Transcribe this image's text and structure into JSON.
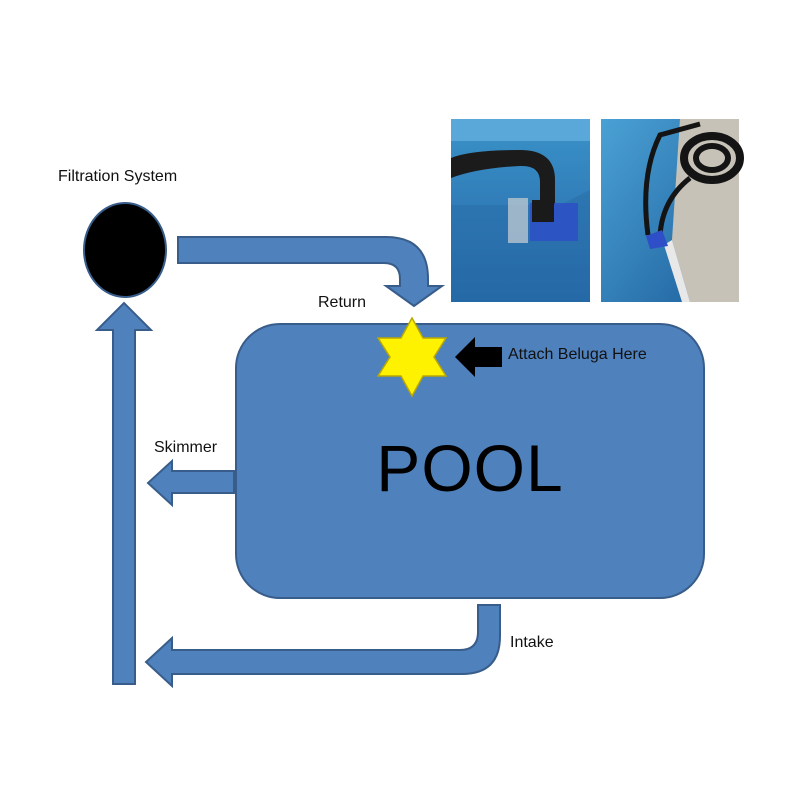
{
  "labels": {
    "filtration_system": "Filtration System",
    "return": "Return",
    "attach": "Attach Beluga Here",
    "skimmer": "Skimmer",
    "intake": "Intake",
    "pool": "POOL"
  },
  "colors": {
    "pool_fill": "#4f81bd",
    "pool_stroke": "#385d8a",
    "arrow_fill": "#4f81bd",
    "star_fill": "#fff200",
    "filter_fill": "#000000",
    "pointer_fill": "#000000"
  },
  "photos": [
    {
      "name": "return-fitting-photo",
      "description_icon": "pool-return-hose-photo"
    },
    {
      "name": "beluga-attached-photo",
      "description_icon": "beluga-hose-photo"
    }
  ]
}
